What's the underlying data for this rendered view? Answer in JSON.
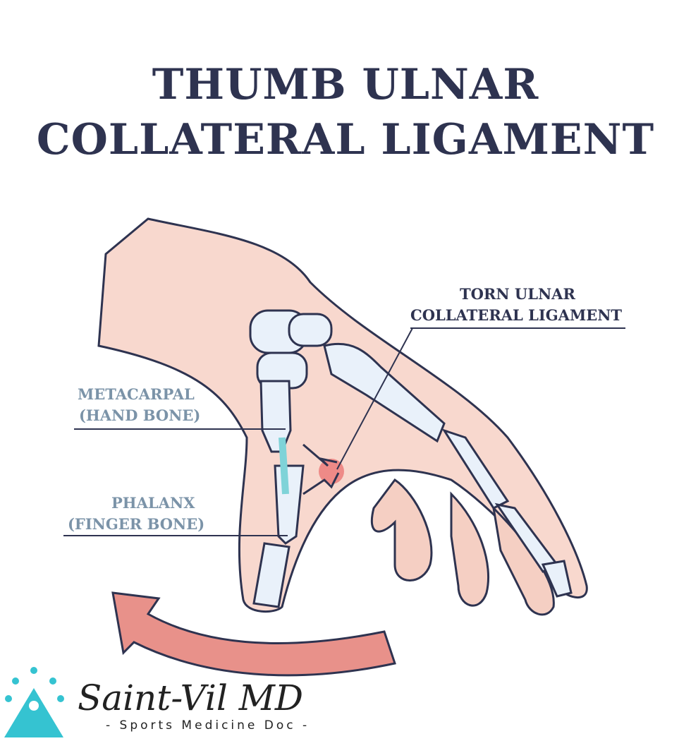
{
  "title": {
    "line1": "THUMB ULNAR",
    "line2": "COLLATERAL LIGAMENT"
  },
  "labels": {
    "torn": {
      "line1": "TORN ULNAR",
      "line2": "COLLATERAL LIGAMENT"
    },
    "metacarpal": {
      "line1": "METACARPAL",
      "line2": "(HAND BONE)"
    },
    "phalanx": {
      "line1": "PHALANX",
      "line2": "(FINGER BONE)"
    }
  },
  "logo": {
    "name": "Saint-Vil MD",
    "tagline": "- Sports Medicine Doc -"
  },
  "colors": {
    "title": "#2e3350",
    "label_gray": "#7b93a8",
    "skin": "#f8d8ce",
    "arrow": "#e8918a",
    "bone": "#e9f1fa",
    "ligament": "#7fd3d8",
    "logo": "#35c3d1"
  }
}
